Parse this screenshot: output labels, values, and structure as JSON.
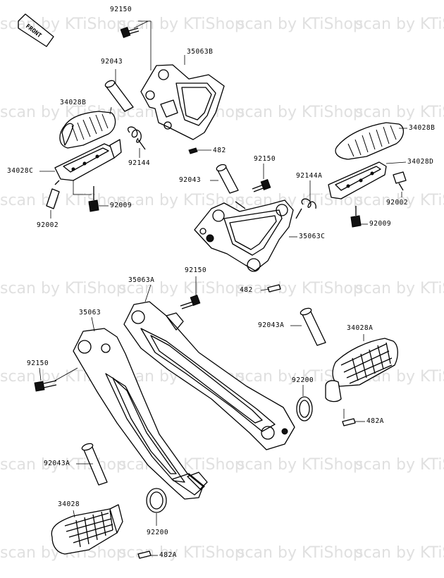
{
  "watermark": "scan by KTiShop",
  "front_label": "FRONT",
  "labels": {
    "l_92150_top": "92150",
    "l_92043_top": "92043",
    "l_35063B": "35063B",
    "l_34028B_left": "34028B",
    "l_92144": "92144",
    "l_482_top": "482",
    "l_34028C": "34028C",
    "l_92009_left": "92009",
    "l_92002_left": "92002",
    "l_34028B_right": "34028B",
    "l_34028D": "34028D",
    "l_92150_mid": "92150",
    "l_92043_mid": "92043",
    "l_92144A": "92144A",
    "l_92002_right": "92002",
    "l_92009_right": "92009",
    "l_35063C": "35063C",
    "l_482_mid": "482",
    "l_92150_low": "92150",
    "l_35063A": "35063A",
    "l_35063": "35063",
    "l_92150_left": "92150",
    "l_92043A_right": "92043A",
    "l_34028A": "34028A",
    "l_92200_right": "92200",
    "l_482A_right": "482A",
    "l_92043A_left": "92043A",
    "l_34028": "34028",
    "l_92200_left": "92200",
    "l_482A_left": "482A"
  }
}
